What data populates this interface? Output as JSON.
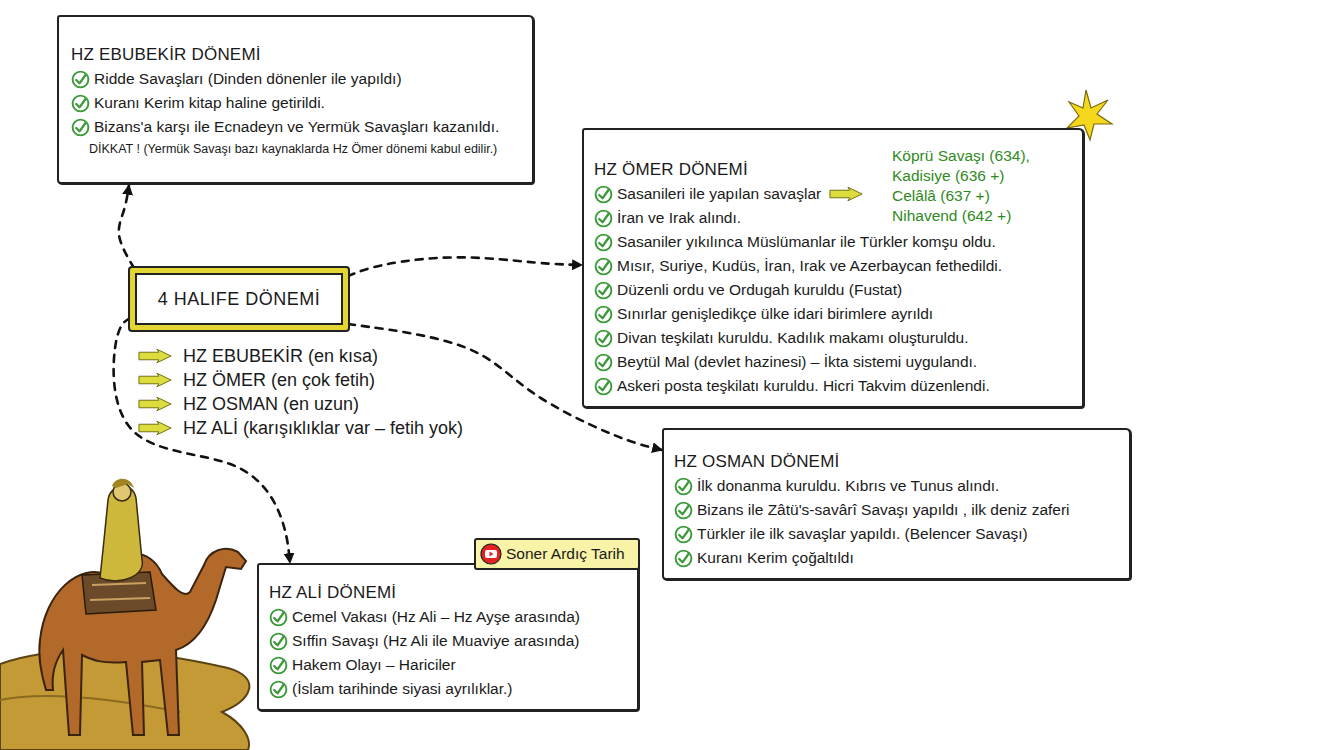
{
  "diagram": {
    "nodes": [
      {
        "text": [
          "HZ EBUBEKİR DÖNEMİ",
          "Ridde Savaşları (Dinden dönenler ile yapıldı)",
          "Kuranı Kerim kitap haline getirildi.",
          "Bizans'a karşı ile Ecnadeyn ve Yermük Savaşları kazanıldı.",
          "DİKKAT ! (Yermük Savaşı bazı kaynaklarda Hz Ömer dönemi kabul edilir.)"
        ]
      },
      {
        "text": [
          "HZ ÖMER DÖNEMİ",
          "Sasanileri ile yapılan savaşlar",
          "İran ve Irak alındı.",
          "Sasaniler yıkılınca Müslümanlar ile Türkler komşu oldu.",
          "Mısır, Suriye, Kudüs, İran, Irak ve Azerbaycan fethedildi.",
          "Düzenli ordu ve Ordugah kuruldu (Fustat)",
          "Sınırlar genişledikçe ülke idari birimlere ayrıldı",
          "Divan teşkilatı kuruldu. Kadılık makamı oluşturuldu.",
          "Beytül Mal (devlet hazinesi) – İkta sistemi uygulandı.",
          "Askeri posta teşkilatı kuruldu. Hicri Takvim düzenlendi.",
          "Köprü Savaşı (634),",
          "Kadisiye (636 +)",
          "Celâlâ (637 +)",
          "Nihavend (642 +)"
        ]
      },
      {
        "text": [
          "4 HALIFE DÖNEMİ"
        ]
      },
      {
        "text": [
          "HZ OSMAN DÖNEMİ",
          "İlk donanma kuruldu. Kıbrıs ve Tunus alındı.",
          "Bizans ile Zâtü's-savârî Savaşı yapıldı , ilk deniz zaferi",
          "Türkler ile ilk savaşlar yapıldı. (Belencer Savaşı)",
          "Kuranı Kerim çoğaltıldı"
        ]
      },
      {
        "text": [
          "Soner Ardıç Tarih"
        ]
      },
      {
        "text": [
          "HZ ALİ DÖNEMİ",
          "Cemel Vakası (Hz Ali – Hz Ayşe arasında)",
          "Sıffin Savaşı (Hz Ali ile Muaviye arasında)",
          "Hakem Olayı – Hariciler",
          "(İslam tarihinde siyasi ayrılıklar.)"
        ]
      }
    ],
    "edges": [
      {
        "from": 2,
        "to": 0,
        "arrow": "to"
      },
      {
        "from": 2,
        "to": 1,
        "arrow": "to"
      },
      {
        "from": 2,
        "to": 3,
        "arrow": "to"
      },
      {
        "from": 2,
        "to": 5,
        "arrow": "to"
      }
    ],
    "labels": [
      "HZ EBUBEKİR (en kısa)",
      "HZ ÖMER (en çok fetih)",
      "HZ OSMAN (en uzun)",
      "HZ ALİ (karışıklıklar var – fetih yok)"
    ]
  }
}
